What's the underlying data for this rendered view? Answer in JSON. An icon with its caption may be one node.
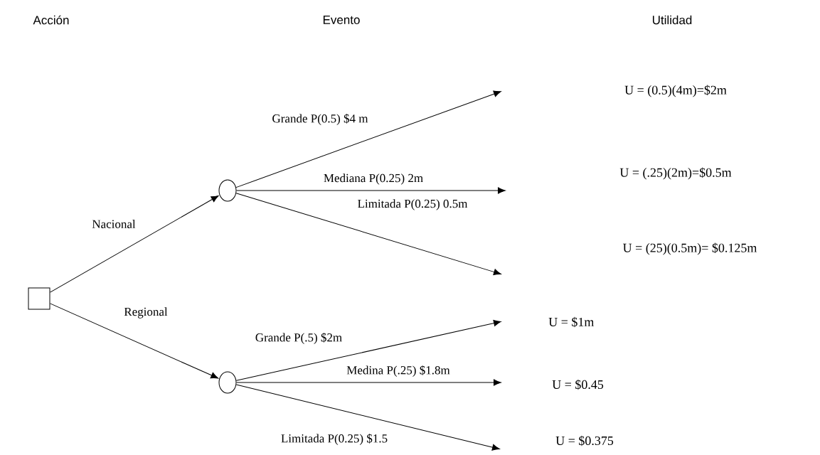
{
  "diagram": {
    "nodes": [
      {
        "text": [],
        "shape": "box"
      },
      {
        "text": [],
        "shape": "circle"
      },
      {
        "text": [],
        "shape": "circle"
      }
    ],
    "edges": [
      {
        "from": 0,
        "to": 1,
        "arrow": "to",
        "label": "Nacional"
      },
      {
        "from": 0,
        "to": 2,
        "arrow": "to",
        "label": "Regional"
      },
      {
        "from": 1,
        "to": null,
        "arrow": "to",
        "label": "Grande P(0.5)  $4 m"
      },
      {
        "from": 1,
        "to": null,
        "arrow": "to",
        "label": "Mediana P(0.25) 2m"
      },
      {
        "from": 1,
        "to": null,
        "arrow": "to",
        "label": "Limitada P(0.25) 0.5m"
      },
      {
        "from": 2,
        "to": null,
        "arrow": "to",
        "label": "Grande P(.5)  $2m"
      },
      {
        "from": 2,
        "to": null,
        "arrow": "to",
        "label": "Medina P(.25) $1.8m"
      },
      {
        "from": 2,
        "to": null,
        "arrow": "to",
        "label": "Limitada P(0.25) $1.5"
      }
    ],
    "labels": [
      "Acción",
      "Evento",
      "Utilidad",
      "U = (0.5)(4m)=$2m",
      "U = (.25)(2m)=$0.5m",
      "U = (25)(0.5m)= $0.125m",
      "U = $1m",
      "U = $0.45",
      "U = $0.375"
    ]
  }
}
